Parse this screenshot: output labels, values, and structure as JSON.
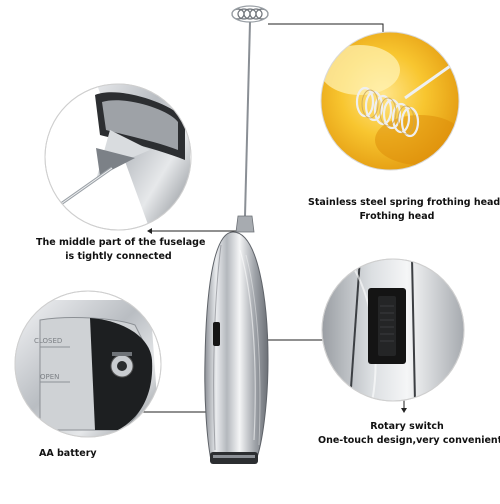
{
  "callouts": {
    "frothing_head": {
      "line1": "Stainless steel spring frothing head",
      "line2": "Frothing head"
    },
    "fuselage": {
      "line1": "The middle part of the fuselage",
      "line2": "is tightly connected"
    },
    "battery": {
      "label": "AA battery",
      "cap_closed": "CLOSED",
      "cap_open": "OPEN"
    },
    "switch": {
      "line1": "Rotary switch",
      "line2": "One-touch design,very convenient"
    }
  },
  "colors": {
    "steel_light": "#eef0f2",
    "steel_dark": "#7b8087",
    "foam_yellow": "#f4b31a",
    "switch_black": "#151515",
    "leader_line": "#222222"
  }
}
